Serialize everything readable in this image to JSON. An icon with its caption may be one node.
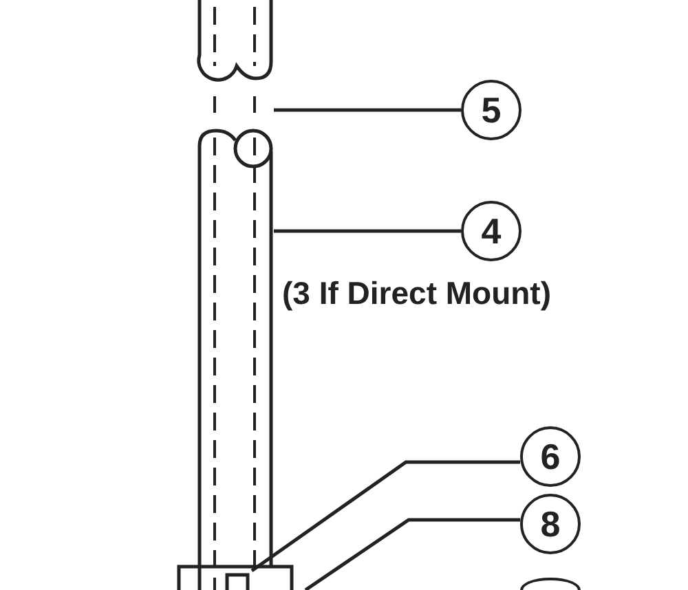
{
  "diagram": {
    "nodes": [
      {
        "text": [
          "5"
        ]
      },
      {
        "text": [
          "4"
        ],
        "beside": [
          "(3 If Direct Mount)"
        ]
      },
      {
        "text": [
          "6"
        ]
      },
      {
        "text": [
          "8"
        ]
      },
      {
        "text": [],
        "shape": "circle"
      }
    ],
    "edges": [
      {
        "from": 0,
        "to": null,
        "arrow": "none"
      },
      {
        "from": 1,
        "to": null,
        "arrow": "none"
      },
      {
        "from": 2,
        "to": null,
        "arrow": "none"
      },
      {
        "from": 3,
        "to": null,
        "arrow": "none"
      }
    ]
  }
}
